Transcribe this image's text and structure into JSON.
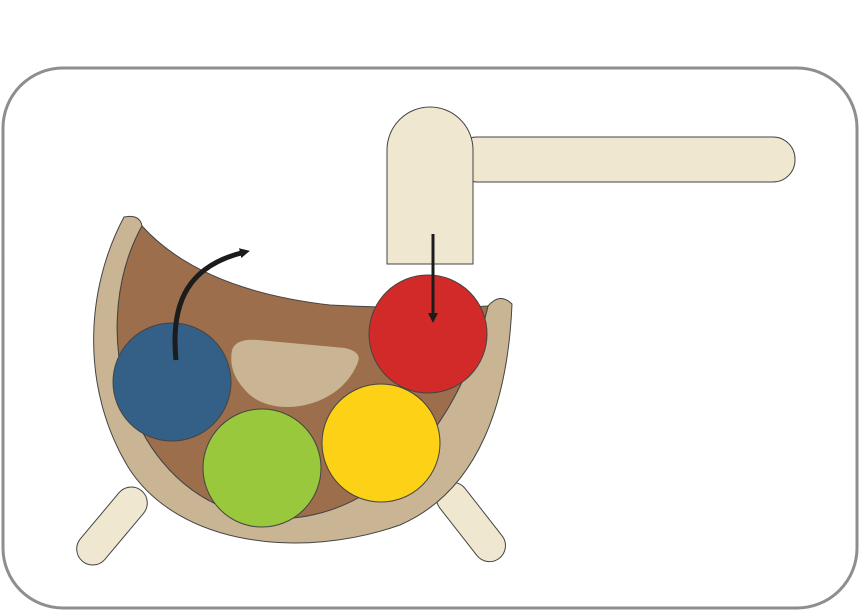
{
  "diagram": {
    "colors": {
      "frame_stroke": "#8e8e8e",
      "frame_fill": "#ffffff",
      "cream": "#efe7cf",
      "outline": "#444444",
      "bowl_rim": "#c9b593",
      "bowl_inner": "#9c6e4b",
      "bump": "#c9b593",
      "arrow": "#1c1c1c"
    },
    "balls": [
      {
        "name": "blue-ball",
        "color": "#346087"
      },
      {
        "name": "red-ball",
        "color": "#d22a28"
      },
      {
        "name": "green-ball",
        "color": "#99c83d"
      },
      {
        "name": "yellow-ball",
        "color": "#fcd116"
      }
    ]
  }
}
